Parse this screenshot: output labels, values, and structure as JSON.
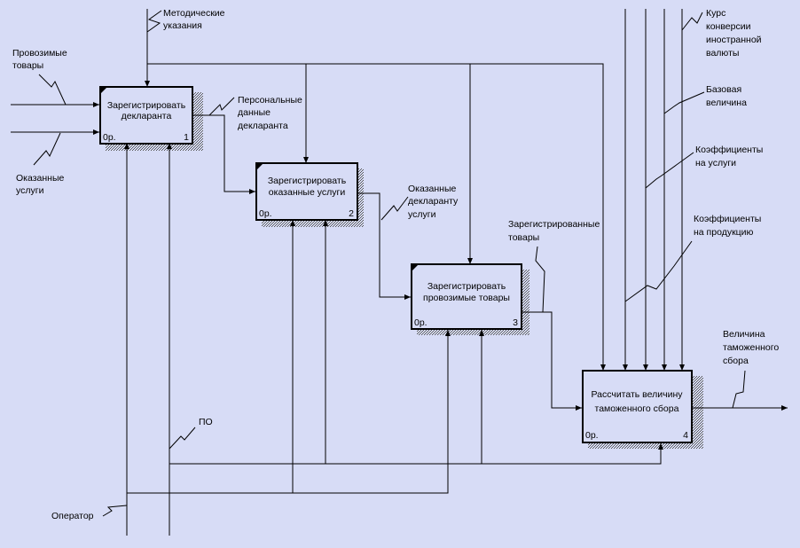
{
  "colors": {
    "background": "#d7dcf6",
    "box_fill": "#d7dcf6",
    "line": "#000000",
    "shadow": "#555555"
  },
  "boxes": [
    {
      "id": "b1",
      "lines": [
        "Зарегистрировать",
        "декларанта"
      ],
      "cost": "0р.",
      "number": "1"
    },
    {
      "id": "b2",
      "lines": [
        "Зарегистрировать",
        "оказанные услуги"
      ],
      "cost": "0р.",
      "number": "2"
    },
    {
      "id": "b3",
      "lines": [
        "Зарегистрировать",
        "провозимые товары"
      ],
      "cost": "0р.",
      "number": "3"
    },
    {
      "id": "b4",
      "lines": [
        "Рассчитать величину",
        "таможенного сбора"
      ],
      "cost": "0р.",
      "number": "4"
    }
  ],
  "arrow_labels": {
    "control_method": [
      "Методические",
      "указания"
    ],
    "input_goods": [
      "Провозимые",
      "товары"
    ],
    "input_services": [
      "Оказанные",
      "услуги"
    ],
    "personal_data": [
      "Персональные",
      "данные",
      "декларанта"
    ],
    "services_to_declarant": [
      "Оказанные",
      "декларанту",
      "услуги"
    ],
    "registered_goods": [
      "Зарегистрированные",
      "товары"
    ],
    "exchange_rate": [
      "Курс",
      "конверсии",
      "иностранной",
      "валюты"
    ],
    "base_value": [
      "Базовая",
      "величина"
    ],
    "service_coeffs": [
      "Коэффициенты",
      "на услуги"
    ],
    "product_coeffs": [
      "Коэффициенты",
      "на продукцию"
    ],
    "output_fee": [
      "Величина",
      "таможенного",
      "сбора"
    ],
    "software": [
      "ПО"
    ],
    "operator": [
      "Оператор"
    ]
  }
}
